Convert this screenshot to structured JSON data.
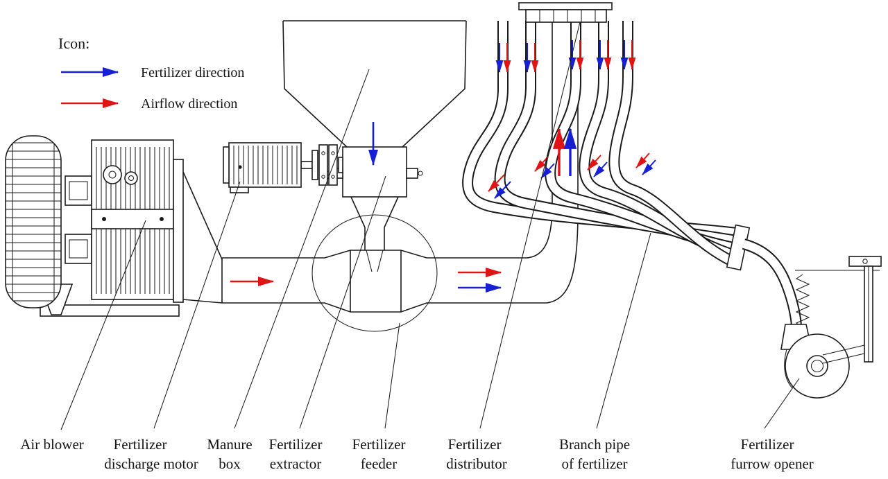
{
  "legend": {
    "heading": "Icon:",
    "fertilizer": {
      "label": "Fertilizer direction"
    },
    "airflow": {
      "label": "Airflow direction"
    }
  },
  "colors": {
    "fertilizer": "#1620d2",
    "airflow": "#e01414",
    "line": "#1a1a1a"
  },
  "labels": {
    "air_blower": {
      "line1": "Air blower",
      "line2": ""
    },
    "discharge_motor": {
      "line1": "Fertilizer",
      "line2": "discharge motor"
    },
    "manure_box": {
      "line1": "Manure",
      "line2": "box"
    },
    "extractor": {
      "line1": "Fertilizer",
      "line2": "extractor"
    },
    "feeder": {
      "line1": "Fertilizer",
      "line2": "feeder"
    },
    "distributor": {
      "line1": "Fertilizer",
      "line2": "distributor"
    },
    "branch_pipe": {
      "line1": "Branch pipe",
      "line2": "of fertilizer"
    },
    "furrow_opener": {
      "line1": "Fertilizer",
      "line2": "furrow opener"
    }
  }
}
